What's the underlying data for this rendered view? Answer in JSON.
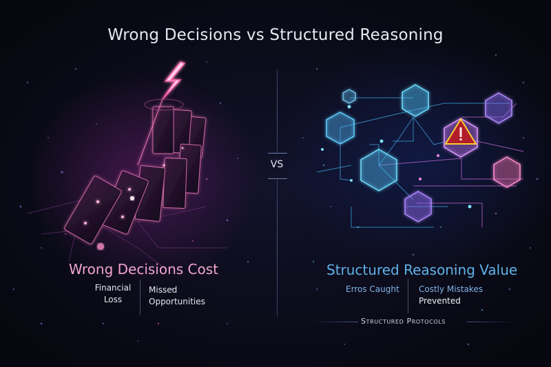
{
  "title": "Wrong Decisions vs Structured Reasoning",
  "divider": {
    "label": "VS"
  },
  "left_panel": {
    "heading": "Wrong Decisions Cost",
    "illustration": "falling-dominoes-with-lightning",
    "stats": [
      {
        "line1": "Financial",
        "line2": "Loss"
      },
      {
        "line1": "Missed",
        "line2": "Opportunities"
      }
    ],
    "accent": "#f2a3cf"
  },
  "right_panel": {
    "heading": "Structured Reasoning Value",
    "illustration": "hexagon-network-with-warning",
    "stats": [
      {
        "line1": "Erros Caught",
        "line2": ""
      },
      {
        "line1": "Costly Mistakes",
        "line2": "Prevented"
      }
    ],
    "footer": "Structured Protocols",
    "accent": "#5fb3ea"
  },
  "colors": {
    "background": "#0a0a1a",
    "pink_glow": "#ff5fa8",
    "cyan_glow": "#4fd6ff",
    "violet": "#a77bff",
    "warning_red": "#c8202c",
    "warning_border": "#ffcc33"
  }
}
